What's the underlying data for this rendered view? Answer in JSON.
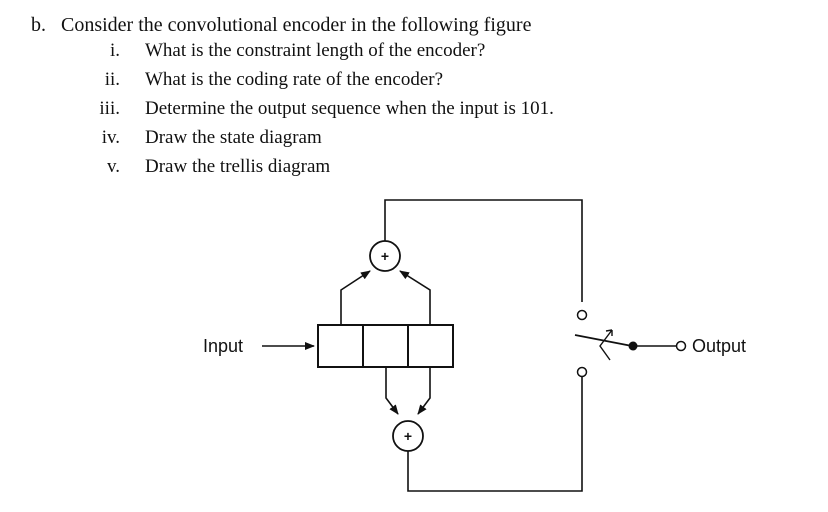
{
  "problem": {
    "letter": "b.",
    "intro": "Consider the convolutional encoder in the following figure"
  },
  "questions": [
    {
      "num": "i.",
      "text": "What is the constraint length of the encoder?"
    },
    {
      "num": "ii.",
      "text": "What is the coding rate of the encoder?"
    },
    {
      "num": "iii.",
      "text": "Determine the output sequence when the input is 101."
    },
    {
      "num": "iv.",
      "text": "Draw the state diagram"
    },
    {
      "num": "v.",
      "text": "Draw the trellis diagram"
    }
  ],
  "figure": {
    "input_label": "Input",
    "output_label": "Output",
    "adder_symbol": "+",
    "register_stages": 3
  }
}
